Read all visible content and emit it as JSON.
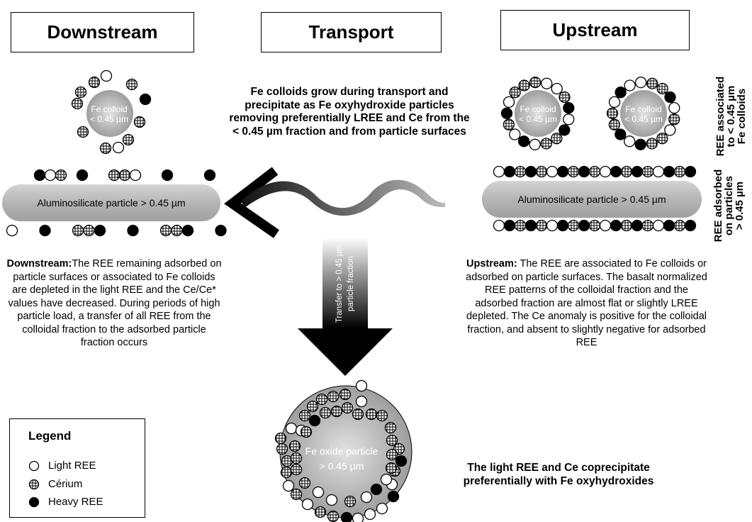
{
  "headers": {
    "downstream": "Downstream",
    "transport": "Transport",
    "upstream": "Upstream"
  },
  "labels": {
    "fe_colloid_line1": "Fe colloid",
    "fe_colloid_line2": "< 0.45 µm",
    "aluminosilicate": "Aluminosilicate particle > 0.45 µm",
    "fe_oxide_line1": "Fe oxide particle",
    "fe_oxide_line2": "> 0.45 µm",
    "transfer_line1": "Transfer to > 0.45 µm",
    "transfer_line2": "particle fraction"
  },
  "side_labels": {
    "colloids": "REE associated\nto < 0.45 µm\nFe colloids",
    "particles": "REE adsorbed\non particles\n> 0.45 µm"
  },
  "texts": {
    "transport_desc": "Fe colloids grow during transport and precipitate as Fe oxyhydroxide particles removing preferentially LREE and Ce from the  < 0.45 µm fraction and from particle surfaces",
    "downstream_title": "Downstream:",
    "downstream_body": "The REE remaining adsorbed on particle surfaces or associated to Fe colloids are depleted in the light REE and the Ce/Ce* values have decreased. During periods of high particle load, a transfer of all REE from the colloidal fraction to the adsorbed particle fraction occurs",
    "upstream_title": "Upstream:",
    "upstream_body": " The REE are associated to Fe colloids or adsorbed on particle surfaces. The basalt normalized REE patterns of the colloidal fraction and the adsorbed fraction are almost flat or slightly LREE depleted. The Ce anomaly is positive for the colloidal fraction, and absent to slightly negative for adsorbed REE",
    "coprecipitate": "The light REE and Ce coprecipitate preferentially with Fe oxyhydroxides"
  },
  "legend": {
    "title": "Legend",
    "items": [
      {
        "label": "Light REE",
        "symbol": "open-circle-icon"
      },
      {
        "label": "Cérium",
        "symbol": "hatched-circle-icon"
      },
      {
        "label": "Heavy REE",
        "symbol": "filled-circle-icon"
      }
    ]
  },
  "colors": {
    "particle_fill": "#bdbdbd",
    "circle_fill": "#c8c8c8",
    "ink": "#000000"
  }
}
